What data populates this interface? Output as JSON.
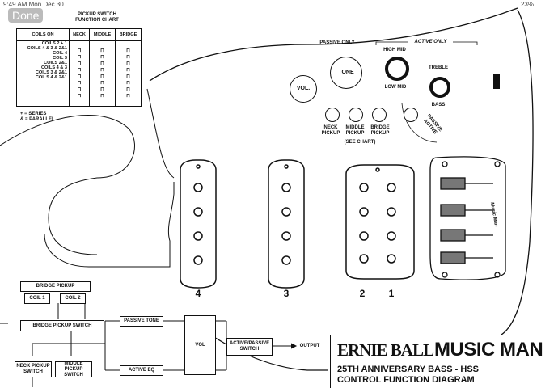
{
  "status": {
    "time": "9:49 AM  Mon Dec 30",
    "battery": "23%"
  },
  "toolbar": {
    "done_label": "Done"
  },
  "chart": {
    "title_line1": "PICKUP SWITCH",
    "title_line2": "FUNCTION CHART",
    "headers": [
      "COILS ON",
      "NECK",
      "MIDDLE",
      "BRIDGE"
    ],
    "rows": [
      "COILS 2 + 1",
      "COILS 4 & 3 & 2&1",
      "COIL 4",
      "COIL 3",
      "COILS 2&1",
      "COILS 4 & 3",
      "COILS 3 & 2&1",
      "COILS 4 & 2&1"
    ]
  },
  "legend": {
    "series": "+ = SERIES",
    "parallel": "& = PARALLEL"
  },
  "controls": {
    "passive_only": "PASSIVE ONLY",
    "active_only": "ACTIVE ONLY",
    "tone": "TONE",
    "vol": "VOL.",
    "high_mid": "HIGH MID",
    "low_mid": "LOW MID",
    "treble": "TREBLE",
    "bass": "BASS",
    "neck_pickup": "NECK PICKUP",
    "middle_pickup": "MIDDLE PICKUP",
    "bridge_pickup": "BRIDGE PICKUP",
    "passive_active": "PASSIVE ACTIVE",
    "see_chart": "(SEE CHART)"
  },
  "pickups": {
    "n4": "4",
    "n3": "3",
    "n2": "2",
    "n1": "1"
  },
  "bridge_brand": "Music Man",
  "flow": {
    "bridge_pickup": "BRIDGE PICKUP",
    "coil1": "COIL 1",
    "coil2": "COIL 2",
    "bridge_switch": "BRIDGE PICKUP SWITCH",
    "passive_tone": "PASSIVE TONE",
    "active_eq": "ACTIVE EQ",
    "vol": "VOL",
    "active_passive": "ACTIVE/PASSIVE SWITCH",
    "output": "OUTPUT",
    "neck_switch": "NECK PICKUP SWITCH",
    "middle_switch": "MIDDLE PICKUP SWITCH"
  },
  "logo": {
    "brand1": "ERNIE BALL",
    "brand2": "MUSIC MAN",
    "title1": "25TH ANNIVERSARY BASS - HSS",
    "title2": "CONTROL FUNCTION DIAGRAM"
  }
}
